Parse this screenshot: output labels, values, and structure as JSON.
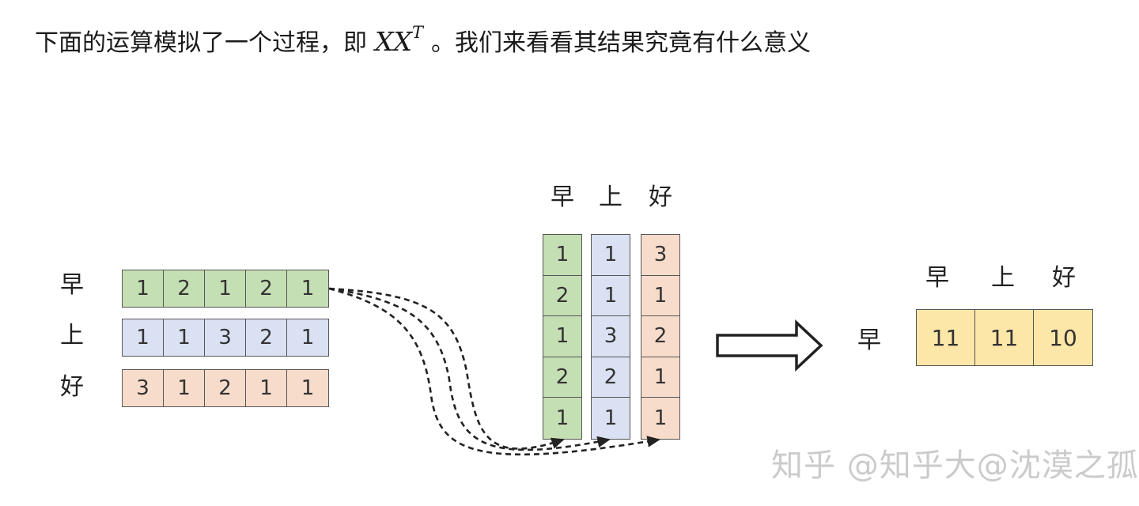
{
  "intro": {
    "before": "下面的运算模拟了一个过程，即",
    "math_base": "XX",
    "math_sup": "T",
    "after": "。我们来看看其结果究竟有什么意义"
  },
  "row_labels": [
    "早",
    "上",
    "好"
  ],
  "rows": [
    {
      "values": [
        "1",
        "2",
        "1",
        "2",
        "1"
      ],
      "color": "#c5dfb4"
    },
    {
      "values": [
        "1",
        "1",
        "3",
        "2",
        "1"
      ],
      "color": "#d9e1f2"
    },
    {
      "values": [
        "3",
        "1",
        "2",
        "1",
        "1"
      ],
      "color": "#f8dccb"
    }
  ],
  "col_labels": [
    "早",
    "上",
    "好"
  ],
  "cols": [
    {
      "values": [
        "1",
        "2",
        "1",
        "2",
        "1"
      ],
      "color": "#c5dfb4"
    },
    {
      "values": [
        "1",
        "1",
        "3",
        "2",
        "1"
      ],
      "color": "#d9e1f2"
    },
    {
      "values": [
        "3",
        "1",
        "2",
        "1",
        "1"
      ],
      "color": "#f8dccb"
    }
  ],
  "result": {
    "row_label": "早",
    "col_labels": [
      "早",
      "上",
      "好"
    ],
    "values": [
      "11",
      "11",
      "10"
    ],
    "color": "#fde7a8"
  },
  "watermark": "知乎 @知乎大@沈漠之孤"
}
